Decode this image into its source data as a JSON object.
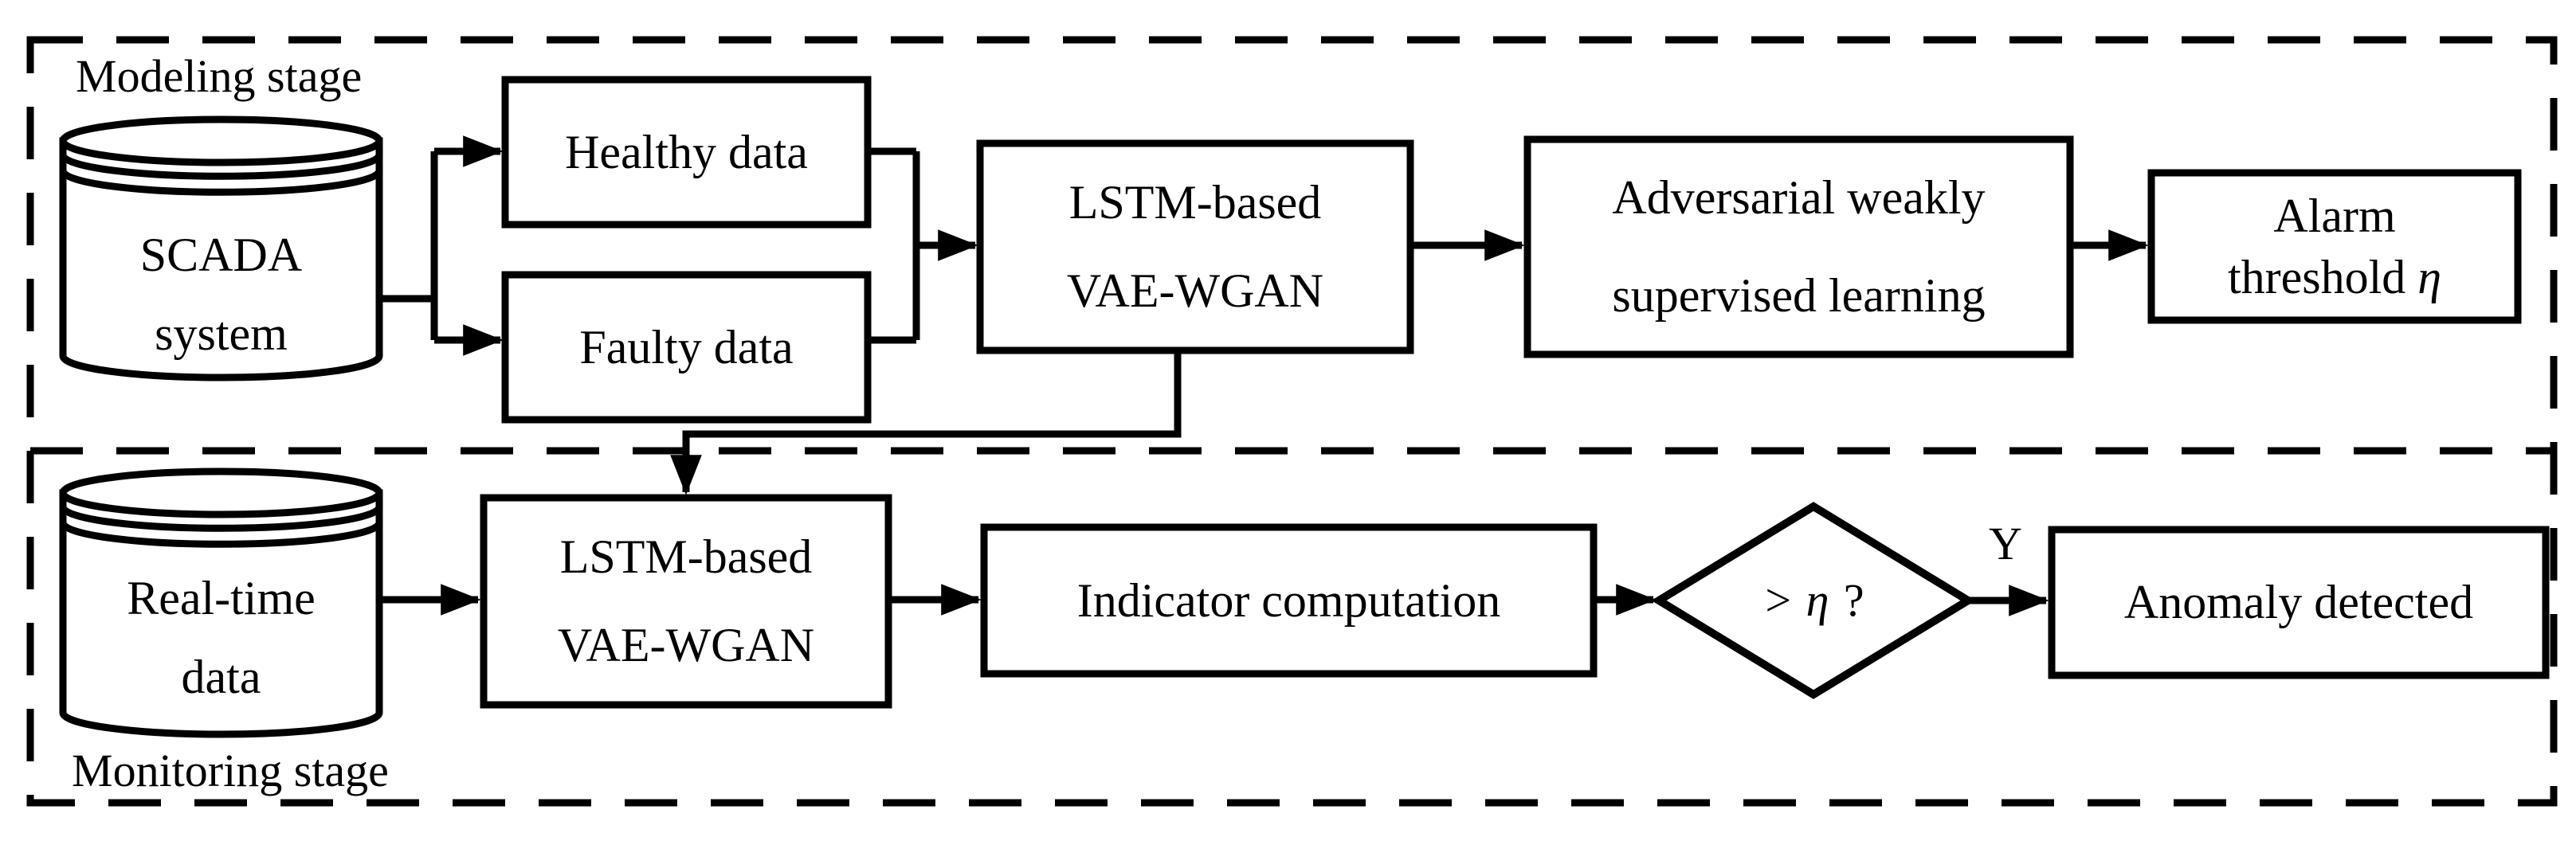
{
  "figure": {
    "background_color": "#ffffff",
    "ink_color": "#000000"
  },
  "stages": {
    "modeling_label": "Modeling stage",
    "monitoring_label": "Monitoring stage"
  },
  "nodes": {
    "scada": {
      "line1": "SCADA",
      "line2": "system"
    },
    "healthy": {
      "label": "Healthy data"
    },
    "faulty": {
      "label": "Faulty data"
    },
    "lstm_top": {
      "line1": "LSTM-based",
      "line2": "VAE-WGAN"
    },
    "adversarial": {
      "line1": "Adversarial weakly",
      "line2": "supervised learning"
    },
    "alarm": {
      "line1": "Alarm",
      "line2_prefix": "threshold",
      "symbol": "η"
    },
    "realtime": {
      "line1": "Real-time",
      "line2": "data"
    },
    "lstm_bottom": {
      "line1": "LSTM-based",
      "line2": "VAE-WGAN"
    },
    "indicator": {
      "label": "Indicator computation"
    },
    "decision": {
      "prefix": ">",
      "symbol": "η",
      "suffix": "?"
    },
    "anomaly": {
      "label": "Anomaly detected"
    }
  },
  "edges": {
    "decision_yes_label": "Y"
  }
}
